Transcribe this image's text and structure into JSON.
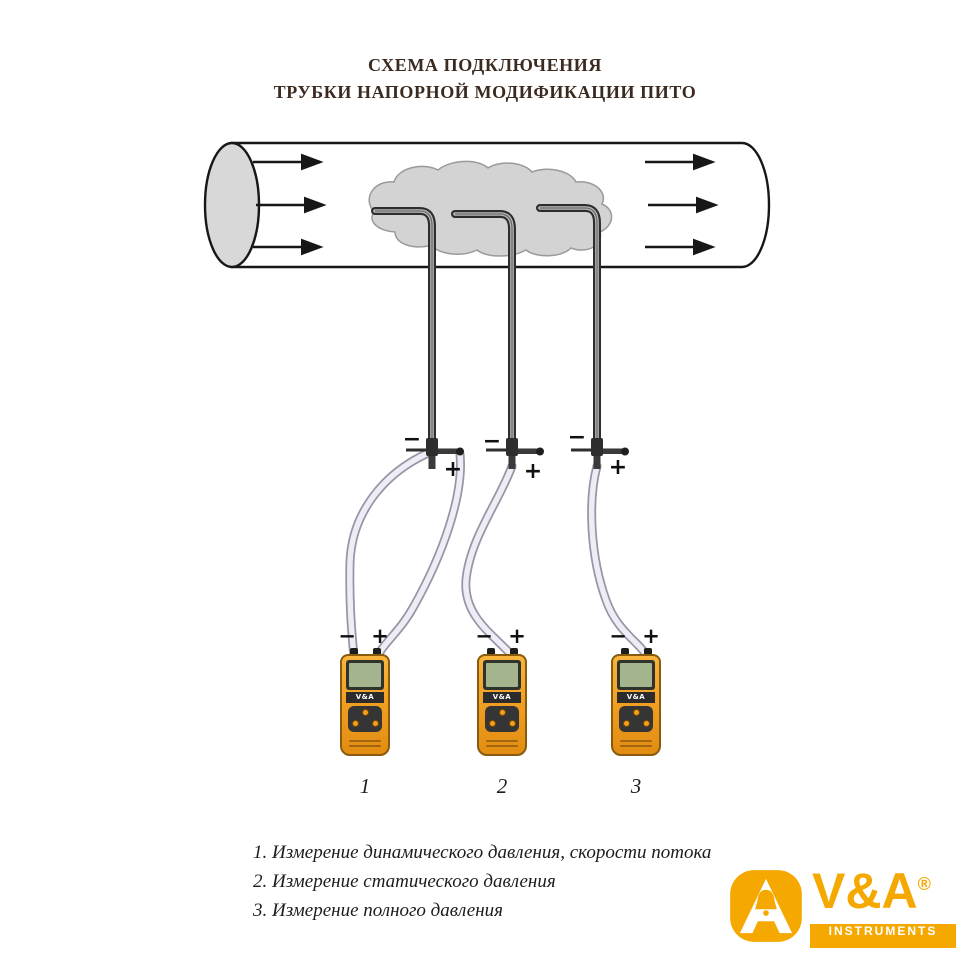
{
  "title": {
    "line1": "СХЕМА ПОДКЛЮЧЕНИЯ",
    "line2": "ТРУБКИ НАПОРНОЙ МОДИФИКАЦИИ ПИТО"
  },
  "probes": [
    {
      "minus": "−",
      "plus": "+"
    },
    {
      "minus": "−",
      "plus": "+"
    },
    {
      "minus": "−",
      "plus": "+"
    }
  ],
  "devices": [
    {
      "number": "1",
      "brand": "V&A",
      "minus": "−",
      "plus": "+"
    },
    {
      "number": "2",
      "brand": "V&A",
      "minus": "−",
      "plus": "+"
    },
    {
      "number": "3",
      "brand": "V&A",
      "minus": "−",
      "plus": "+"
    }
  ],
  "legend": [
    "1. Измерение динамического давления, скорости потока",
    "2. Измерение статического давления",
    "3. Измерение полного давления"
  ],
  "logo": {
    "brand": "V&A",
    "registered": "®",
    "subtitle": "INSTRUMENTS"
  },
  "colors": {
    "device_orange": "#F09A1E",
    "logo_gold": "#F5A800",
    "hose": "#EFECF6",
    "pipe_gray": "#D8D8D8",
    "cloud_gray": "#D3D3D3"
  }
}
